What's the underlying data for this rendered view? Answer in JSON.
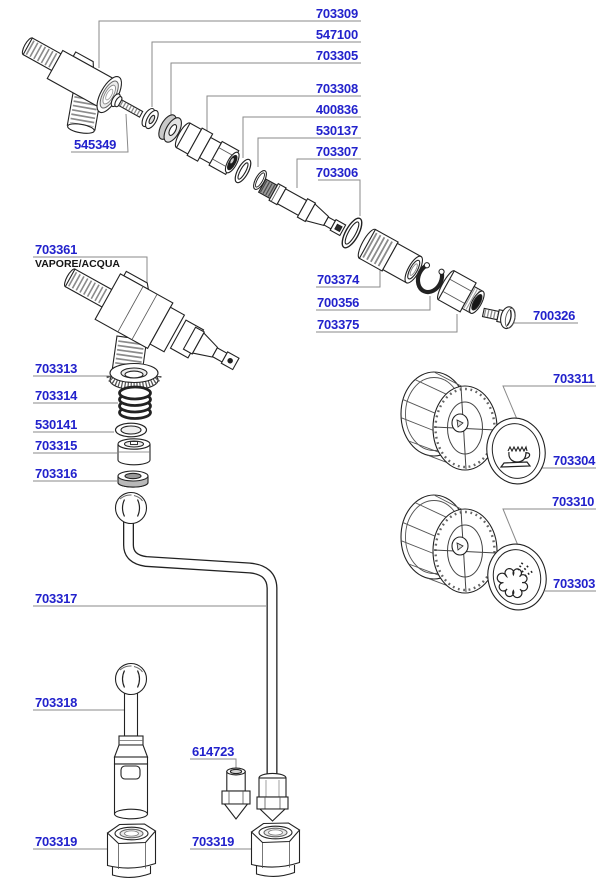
{
  "colors": {
    "part_number_link": "#2222cc",
    "leader_line": "#8a8a8a",
    "drawing_line": "#222222",
    "background": "#ffffff"
  },
  "captions": {
    "vapore_acqua": "VAPORE/ACQUA"
  },
  "icons": {
    "cap_703304": "coffee-cup-icon",
    "cap_703303": "steam-jet-icon"
  },
  "part_labels": {
    "n703309": "703309",
    "n547100": "547100",
    "n703305": "703305",
    "n703308": "703308",
    "n400836": "400836",
    "n530137": "530137",
    "n703307": "703307",
    "n703306": "703306",
    "n545349": "545349",
    "n703361": "703361",
    "n703374": "703374",
    "n700356": "700356",
    "n703375": "703375",
    "n700326": "700326",
    "n703313": "703313",
    "n703314": "703314",
    "n530141": "530141",
    "n703315": "703315",
    "n703316": "703316",
    "n703311": "703311",
    "n703304": "703304",
    "n703310": "703310",
    "n703303": "703303",
    "n703317": "703317",
    "n703318": "703318",
    "n614723": "614723",
    "n703319_left": "703319",
    "n703319_right": "703319"
  }
}
